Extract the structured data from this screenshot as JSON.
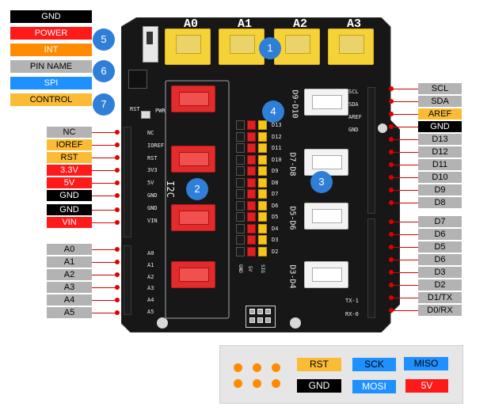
{
  "legend": [
    {
      "label": "GND",
      "bg": "#000000",
      "fg": "#ffffff"
    },
    {
      "label": "POWER",
      "bg": "#ff1a1a",
      "fg": "#ffffff"
    },
    {
      "label": "INT",
      "bg": "#ff8c00",
      "fg": "#ffffff"
    },
    {
      "label": "PIN NAME",
      "bg": "#b3b3b3",
      "fg": "#000000"
    },
    {
      "label": "SPI",
      "bg": "#1e90ff",
      "fg": "#ffffff"
    },
    {
      "label": "CONTROL",
      "bg": "#fbbc35",
      "fg": "#000000"
    }
  ],
  "callouts": [
    "1",
    "2",
    "3",
    "4",
    "5",
    "6",
    "7"
  ],
  "left_pins": [
    {
      "label": "NC",
      "bg": "#b3b3b3",
      "fg": "#000000"
    },
    {
      "label": "IOREF",
      "bg": "#fbbc35",
      "fg": "#000000"
    },
    {
      "label": "RST",
      "bg": "#fbbc35",
      "fg": "#000000"
    },
    {
      "label": "3.3V",
      "bg": "#ff1a1a",
      "fg": "#ffffff"
    },
    {
      "label": "5V",
      "bg": "#ff1a1a",
      "fg": "#ffffff"
    },
    {
      "label": "GND",
      "bg": "#000000",
      "fg": "#ffffff"
    },
    {
      "label": "GND",
      "bg": "#000000",
      "fg": "#ffffff"
    },
    {
      "label": "VIN",
      "bg": "#ff1a1a",
      "fg": "#ffffff"
    },
    {
      "label": "A0",
      "bg": "#b3b3b3",
      "fg": "#000000"
    },
    {
      "label": "A1",
      "bg": "#b3b3b3",
      "fg": "#000000"
    },
    {
      "label": "A2",
      "bg": "#b3b3b3",
      "fg": "#000000"
    },
    {
      "label": "A3",
      "bg": "#b3b3b3",
      "fg": "#000000"
    },
    {
      "label": "A4",
      "bg": "#b3b3b3",
      "fg": "#000000"
    },
    {
      "label": "A5",
      "bg": "#b3b3b3",
      "fg": "#000000"
    }
  ],
  "right_pins": [
    {
      "label": "SCL",
      "bg": "#b3b3b3",
      "fg": "#000000"
    },
    {
      "label": "SDA",
      "bg": "#b3b3b3",
      "fg": "#000000"
    },
    {
      "label": "AREF",
      "bg": "#fbbc35",
      "fg": "#000000"
    },
    {
      "label": "GND",
      "bg": "#000000",
      "fg": "#ffffff"
    },
    {
      "label": "D13",
      "bg": "#b3b3b3",
      "fg": "#000000"
    },
    {
      "label": "D12",
      "bg": "#b3b3b3",
      "fg": "#000000"
    },
    {
      "label": "D11",
      "bg": "#b3b3b3",
      "fg": "#000000"
    },
    {
      "label": "D10",
      "bg": "#b3b3b3",
      "fg": "#000000"
    },
    {
      "label": "D9",
      "bg": "#b3b3b3",
      "fg": "#000000"
    },
    {
      "label": "D8",
      "bg": "#b3b3b3",
      "fg": "#000000"
    },
    {
      "label": "D7",
      "bg": "#b3b3b3",
      "fg": "#000000"
    },
    {
      "label": "D6",
      "bg": "#b3b3b3",
      "fg": "#000000"
    },
    {
      "label": "D5",
      "bg": "#b3b3b3",
      "fg": "#000000"
    },
    {
      "label": "D6",
      "bg": "#b3b3b3",
      "fg": "#000000"
    },
    {
      "label": "D3",
      "bg": "#b3b3b3",
      "fg": "#000000"
    },
    {
      "label": "D2",
      "bg": "#b3b3b3",
      "fg": "#000000"
    },
    {
      "label": "D1/TX",
      "bg": "#b3b3b3",
      "fg": "#000000"
    },
    {
      "label": "D0/RX",
      "bg": "#b3b3b3",
      "fg": "#000000"
    }
  ],
  "board": {
    "analog_ports": [
      "A0",
      "A1",
      "A2",
      "A3"
    ],
    "i2c_label": "I2C",
    "digital_port_labels": [
      "D9-D10",
      "D7-D8",
      "D5-D6",
      "D3-D4"
    ],
    "header_labels": [
      "D13",
      "D12",
      "D11",
      "D10",
      "D9",
      "D8",
      "D7",
      "D6",
      "D5",
      "D4",
      "D3",
      "D2"
    ],
    "header_column_labels": [
      "GND",
      "5V",
      "SIG"
    ],
    "left_silk": [
      "NC",
      "IOREF",
      "RST",
      "3V3",
      "5V",
      "GND",
      "GND",
      "VIN"
    ],
    "left_silk_analog": [
      "A0",
      "A1",
      "A2",
      "A3",
      "A4",
      "A5"
    ],
    "right_silk": [
      "SCL",
      "SDA",
      "AREF",
      "GND"
    ],
    "tx_label": "TX-1",
    "rx_label": "RX-0",
    "rst_label": "RST",
    "pwr_label": "PWR"
  },
  "icsp_legend": [
    {
      "label": "RST",
      "bg": "#fbbc35",
      "fg": "#000000"
    },
    {
      "label": "SCK",
      "bg": "#1e90ff",
      "fg": "#000000"
    },
    {
      "label": "MISO",
      "bg": "#1e90ff",
      "fg": "#000000"
    },
    {
      "label": "GND",
      "bg": "#000000",
      "fg": "#ffffff"
    },
    {
      "label": "MOSI",
      "bg": "#1e90ff",
      "fg": "#ffffff"
    },
    {
      "label": "5V",
      "bg": "#ff1a1a",
      "fg": "#ffffff"
    }
  ],
  "colors": {
    "board": "#1a1a1a",
    "callout": "#2f7fd8",
    "leader": "#d40000",
    "icsp_dots": "#ff8c00"
  }
}
